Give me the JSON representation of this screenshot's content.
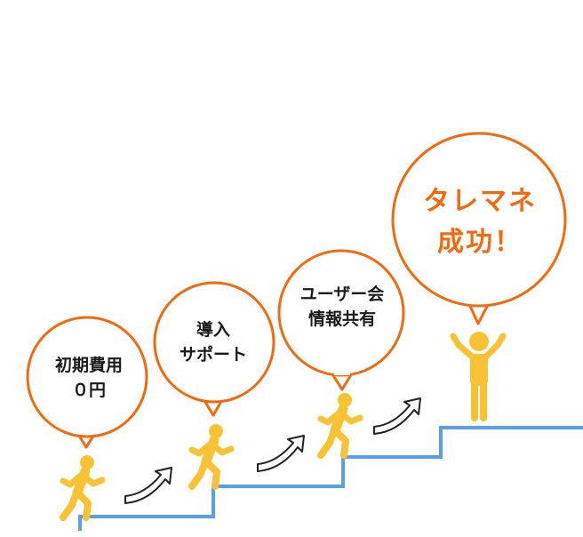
{
  "steps": [
    {
      "lines": [
        "初期費用",
        "０円"
      ]
    },
    {
      "lines": [
        "導入",
        "サポート"
      ]
    },
    {
      "lines": [
        "ユーザー会",
        "情報共有"
      ]
    }
  ],
  "goal": {
    "lines": [
      "タレマネ",
      "成功！"
    ]
  },
  "colors": {
    "bubble_stroke": "#f26a10",
    "figure": "#f7c234",
    "stairs": "#5aa0e6",
    "arrow": "#222222",
    "goal_text": "#f26a10"
  }
}
